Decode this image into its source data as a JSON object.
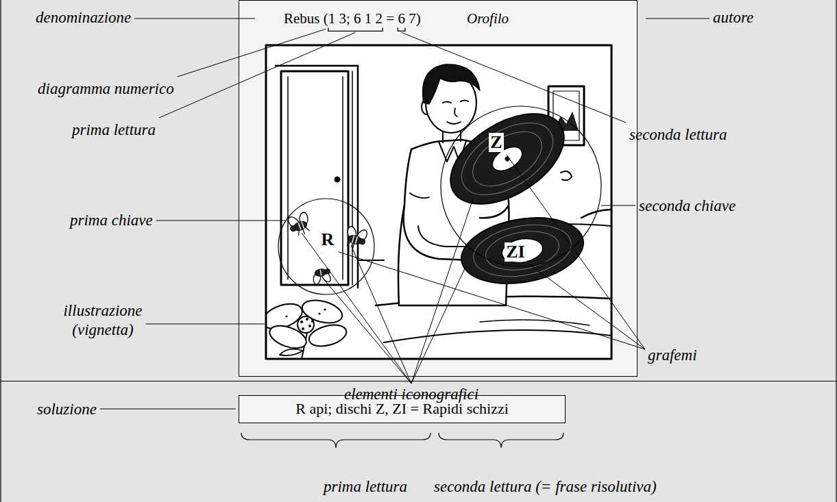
{
  "diagram": {
    "nodes": [
      {
        "text": [
          "Rebus (1 3; 6 1 2 = 6 7)",
          "Orofilo"
        ]
      },
      {
        "text": [
          "R"
        ],
        "in": 0
      },
      {
        "text": [
          "Z",
          "ZI"
        ],
        "in": 0
      },
      {
        "text": [
          "R api; dischi Z, ZI = Rapidi schizzi"
        ]
      }
    ],
    "labels": [
      "denominazione",
      "autore",
      "diagramma numerico",
      "prima lettura",
      "seconda lettura",
      "seconda chiave",
      "prima chiave",
      "illustrazione (vignetta)",
      "grafemi",
      "elementi iconografici",
      "soluzione",
      "prima lettura",
      "seconda lettura (= frase risolutiva)"
    ]
  }
}
